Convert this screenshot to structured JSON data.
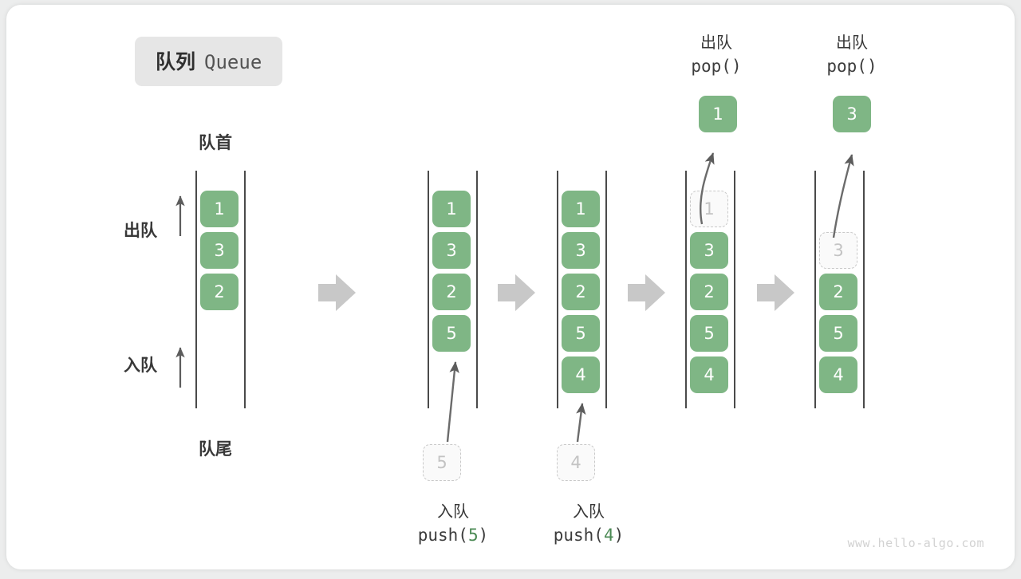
{
  "title": {
    "cn": "队列",
    "en": "Queue"
  },
  "labels": {
    "front": "队首",
    "rear": "队尾",
    "dequeue": "出队",
    "enqueue": "入队"
  },
  "watermark": "www.hello-algo.com",
  "colors": {
    "cell_fill": "#7fb685",
    "cell_text": "#ffffff",
    "ghost_fill": "#fafafa",
    "ghost_border": "#c9c9c9",
    "ghost_text": "#c3c3c3",
    "rail": "#4a4a4a",
    "arrow": "#5c5c5c",
    "step_arrow": "#c8c8c8",
    "badge_bg": "#e6e6e6",
    "accent_green": "#4b8a54",
    "watermark": "#d2d2d2"
  },
  "steps": [
    {
      "name": "initial",
      "cells": [
        "1",
        "3",
        "2"
      ],
      "ghost_in_rail": null,
      "ghost_below": null,
      "popped": null,
      "caption": null
    },
    {
      "name": "push-5",
      "cells": [
        "1",
        "3",
        "2",
        "5"
      ],
      "ghost_in_rail": null,
      "ghost_below": "5",
      "popped": null,
      "caption": {
        "line1": "入队",
        "op": "push(",
        "arg": "5",
        "close": ")"
      }
    },
    {
      "name": "push-4",
      "cells": [
        "1",
        "3",
        "2",
        "5",
        "4"
      ],
      "ghost_in_rail": null,
      "ghost_below": "4",
      "popped": null,
      "caption": {
        "line1": "入队",
        "op": "push(",
        "arg": "4",
        "close": ")"
      }
    },
    {
      "name": "pop-1",
      "cells": [
        "3",
        "2",
        "5",
        "4"
      ],
      "ghost_in_rail": "1",
      "ghost_below": null,
      "popped": "1",
      "caption": {
        "line1": "出队",
        "op": "pop(",
        "arg": "",
        "close": ")"
      }
    },
    {
      "name": "pop-3",
      "cells": [
        "2",
        "5",
        "4"
      ],
      "ghost_in_rail": "3",
      "ghost_below": null,
      "popped": "3",
      "caption": {
        "line1": "出队",
        "op": "pop(",
        "arg": "",
        "close": ")"
      }
    }
  ],
  "step_arrows": 4
}
